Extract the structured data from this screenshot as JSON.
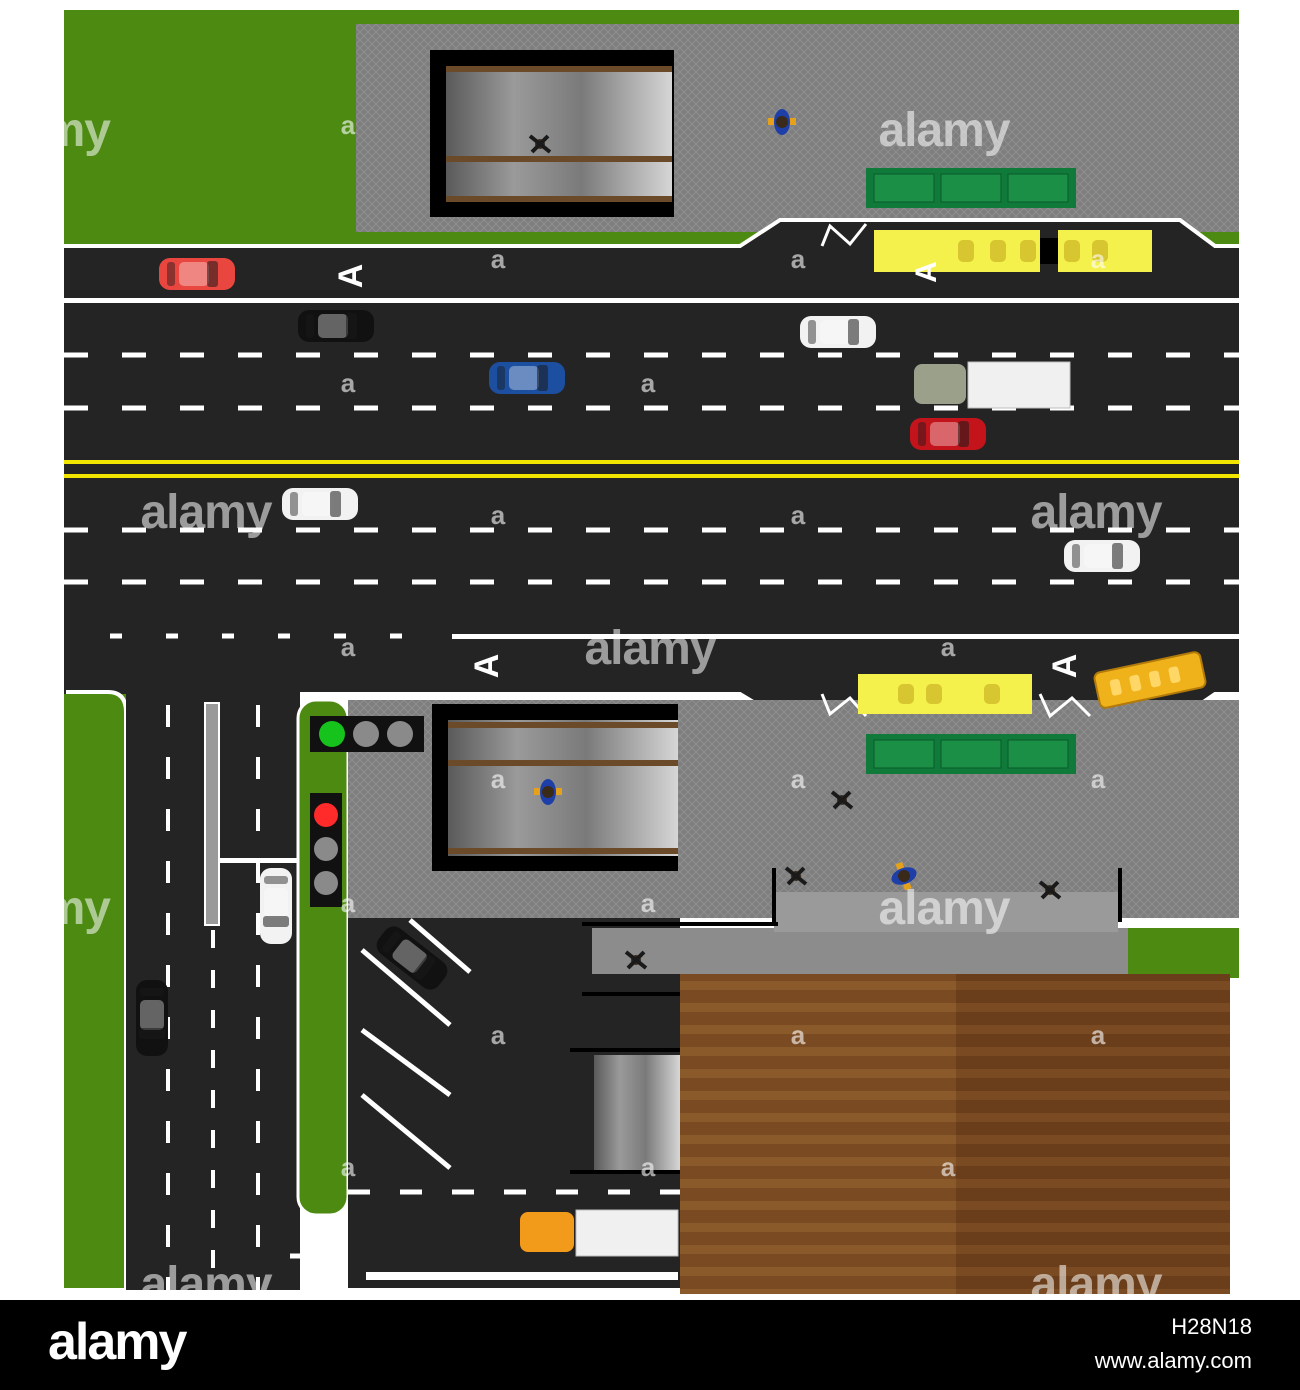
{
  "watermark": {
    "brand": "alamy",
    "mark": "a"
  },
  "road_markings": {
    "lane_letter": "A"
  },
  "footer": {
    "brand": "alamy",
    "image_id": "H28N18",
    "url": "www.alamy.com"
  },
  "colors": {
    "grass": "#4c8a12",
    "asphalt": "#242424",
    "pavement": "#7e7e7e",
    "center_line": "#f2e600",
    "bus": "#f4f04c",
    "shelter": "#0f7a3a",
    "roof_light": "#7a4a22",
    "roof_dark": "#5c3618",
    "signal_red": "#ff2a2a",
    "signal_green": "#16c21c"
  },
  "icons": [
    "car-icon",
    "truck-icon",
    "bus-icon",
    "pedestrian-icon",
    "traffic-light-icon",
    "escalator-icon",
    "bus-shelter-icon"
  ]
}
